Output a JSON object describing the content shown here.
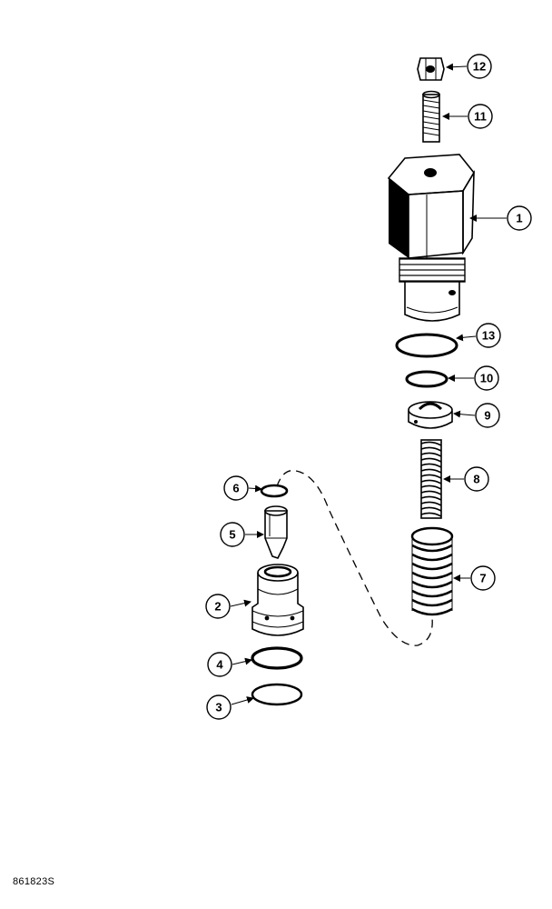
{
  "figure_id": "861823S",
  "callouts": [
    "1",
    "2",
    "3",
    "4",
    "5",
    "6",
    "7",
    "8",
    "9",
    "10",
    "11",
    "12",
    "13"
  ],
  "parts": [
    {
      "callout": "12",
      "part": "nut"
    },
    {
      "callout": "11",
      "part": "adjusting-screw"
    },
    {
      "callout": "1",
      "part": "valve-body"
    },
    {
      "callout": "13",
      "part": "o-ring"
    },
    {
      "callout": "10",
      "part": "o-ring"
    },
    {
      "callout": "9",
      "part": "spring-seat"
    },
    {
      "callout": "8",
      "part": "inner-spring"
    },
    {
      "callout": "7",
      "part": "outer-spring"
    },
    {
      "callout": "6",
      "part": "o-ring"
    },
    {
      "callout": "5",
      "part": "poppet"
    },
    {
      "callout": "2",
      "part": "seat"
    },
    {
      "callout": "4",
      "part": "backup-ring"
    },
    {
      "callout": "3",
      "part": "o-ring"
    }
  ]
}
